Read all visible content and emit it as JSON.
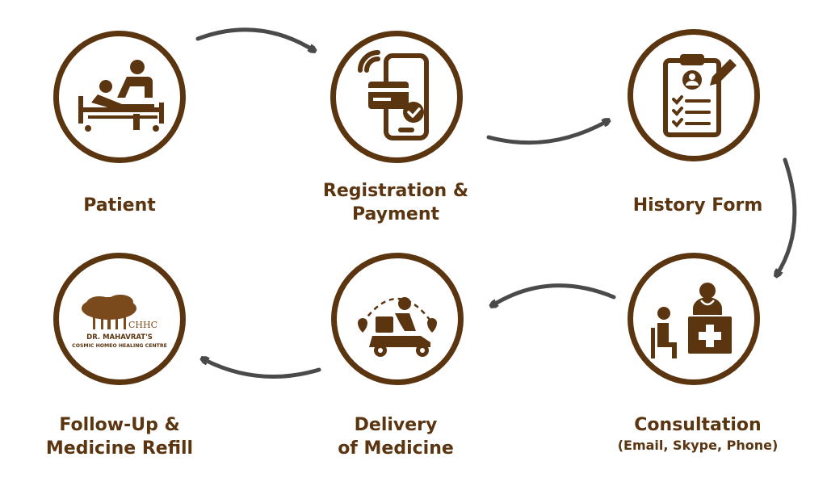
{
  "colors": {
    "brown": "#5a3510",
    "arrow": "#4a4a4a"
  },
  "steps": [
    {
      "icon": "patient-bed-icon",
      "label_lines": [
        "Patient"
      ]
    },
    {
      "icon": "mobile-payment-icon",
      "label_lines": [
        "Registration &",
        "Payment"
      ]
    },
    {
      "icon": "clipboard-form-icon",
      "label_lines": [
        "History Form"
      ]
    },
    {
      "icon": "doctor-consultation-icon",
      "label_lines": [
        "Consultation"
      ],
      "sub": "(Email, Skype, Phone)"
    },
    {
      "icon": "delivery-scooter-icon",
      "label_lines": [
        "Delivery",
        "of Medicine"
      ]
    },
    {
      "icon": "clinic-logo",
      "label_lines": [
        "Follow-Up &",
        "Medicine Refill"
      ],
      "logo_text": [
        "DR. MAHAVRAT'S",
        "COSMIC HOMEO HEALING CENTRE"
      ],
      "logo_mark": "CHHC"
    }
  ]
}
